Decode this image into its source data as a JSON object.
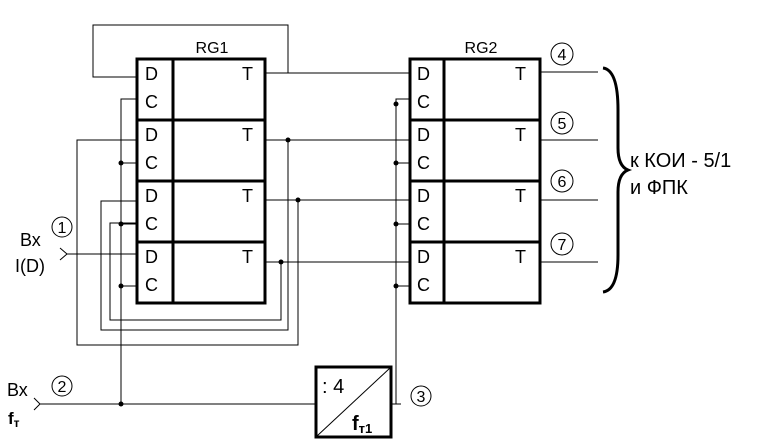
{
  "rg1": {
    "title": "RG1",
    "cells": [
      {
        "d": "D",
        "c": "C",
        "t": "T"
      },
      {
        "d": "D",
        "c": "C",
        "t": "T"
      },
      {
        "d": "D",
        "c": "C",
        "t": "T"
      },
      {
        "d": "D",
        "c": "C",
        "t": "T"
      }
    ]
  },
  "rg2": {
    "title": "RG2",
    "cells": [
      {
        "d": "D",
        "c": "C",
        "t": "T"
      },
      {
        "d": "D",
        "c": "C",
        "t": "T"
      },
      {
        "d": "D",
        "c": "C",
        "t": "T"
      },
      {
        "d": "D",
        "c": "C",
        "t": "T"
      }
    ]
  },
  "input1": {
    "number": "1",
    "line1": "Вх",
    "line2": "I(D)"
  },
  "input2": {
    "number": "2",
    "line1": "Вх",
    "f_main": "f",
    "f_sub": "т"
  },
  "divider": {
    "label": ": 4",
    "f_main": "f",
    "f_sub": "т1"
  },
  "node3": {
    "number": "3"
  },
  "outputs": [
    "4",
    "5",
    "6",
    "7"
  ],
  "destination": {
    "line1": "к КОИ - 5/1",
    "line2": "и ФПК"
  }
}
